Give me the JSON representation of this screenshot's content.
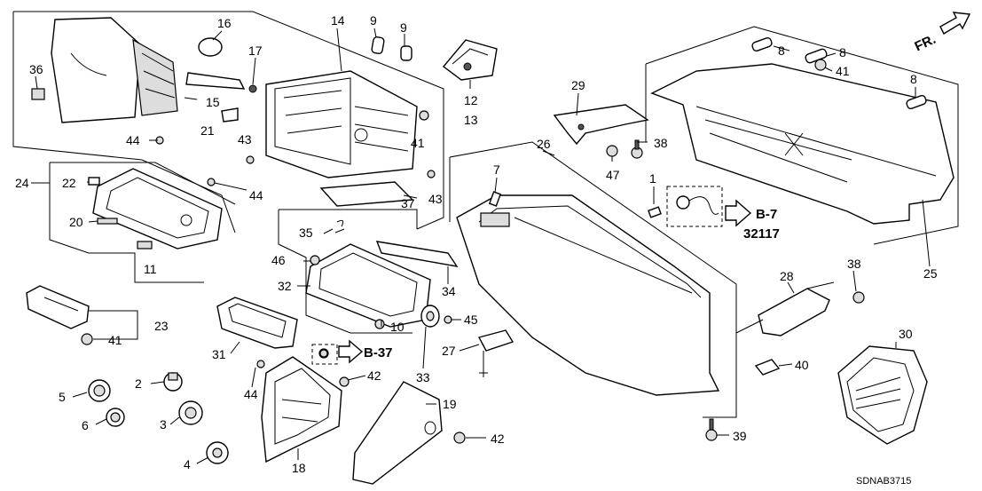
{
  "diagram": {
    "catalog_code": "SDNAB3715",
    "orientation_label": "FR.",
    "part_numbers": [
      "16",
      "14",
      "9",
      "9",
      "36",
      "17",
      "15",
      "21",
      "43",
      "41",
      "12",
      "13",
      "29",
      "8",
      "8",
      "8",
      "41",
      "44",
      "44",
      "24",
      "22",
      "20",
      "11",
      "43",
      "37",
      "26",
      "7",
      "38",
      "47",
      "1",
      "35",
      "46",
      "32",
      "34",
      "10",
      "45",
      "27",
      "28",
      "38",
      "25",
      "23",
      "41",
      "31",
      "33",
      "40",
      "30",
      "5",
      "2",
      "3",
      "6",
      "4",
      "44",
      "42",
      "19",
      "42",
      "18",
      "39"
    ],
    "refs": [
      {
        "label": "B-37"
      },
      {
        "label": "B-7"
      },
      {
        "label": "32117"
      }
    ]
  }
}
